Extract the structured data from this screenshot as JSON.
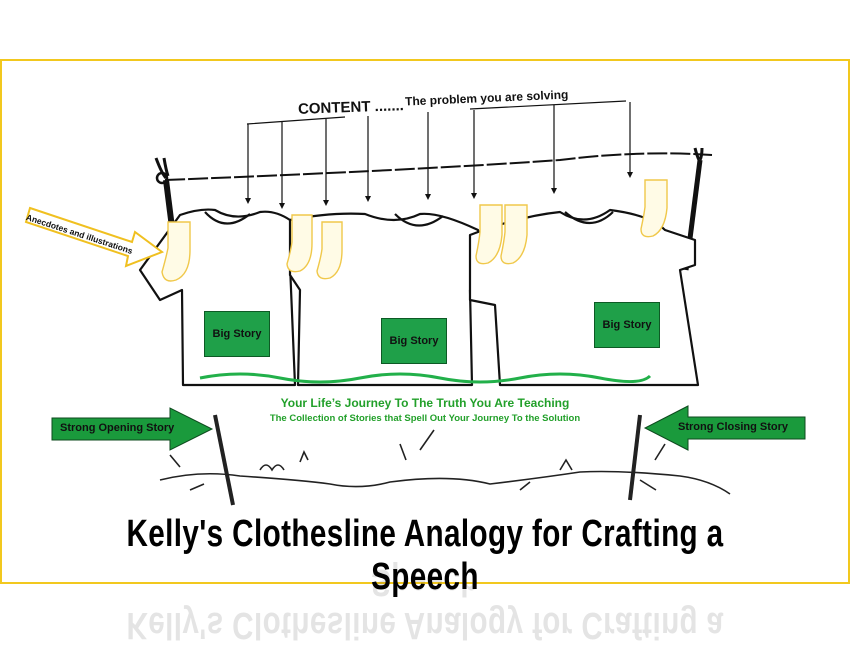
{
  "header": {
    "content_label": "CONTENT .......",
    "problem_label": "The problem you are solving"
  },
  "callout": {
    "anecdotes": "Anecdotes and illustrations"
  },
  "shirts": [
    {
      "label": "Big Story"
    },
    {
      "label": "Big Story"
    },
    {
      "label": "Big Story"
    }
  ],
  "journey": {
    "line1": "Your Life’s Journey To The Truth You Are Teaching",
    "line2": "The Collection of Stories that Spell Out Your Journey To the Solution"
  },
  "arrows": {
    "opening": "Strong Opening Story",
    "closing": "Strong Closing Story"
  },
  "title": "Kelly's Clothesline Analogy for Crafting a Speech",
  "colors": {
    "frame": "#f2c81e",
    "green": "#1fa049",
    "text_green": "#22a02a",
    "sock": "#f5d66a"
  }
}
